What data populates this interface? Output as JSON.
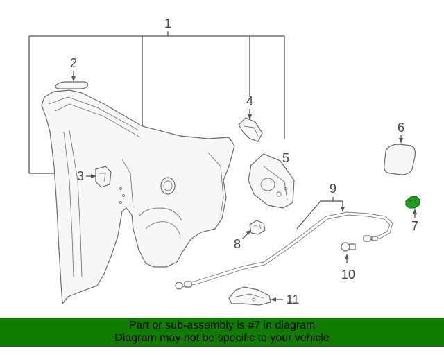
{
  "callouts": [
    "1",
    "2",
    "3",
    "4",
    "5",
    "6",
    "7",
    "8",
    "9",
    "10",
    "11"
  ],
  "banner": {
    "line1": "Part or sub-assembly is #7 in diagram",
    "line2": "Diagram may not be specific to your vehicle"
  },
  "colors": {
    "banner_bg": "#117a00",
    "highlight_part": "#1f9e1f",
    "line": "#555555"
  }
}
